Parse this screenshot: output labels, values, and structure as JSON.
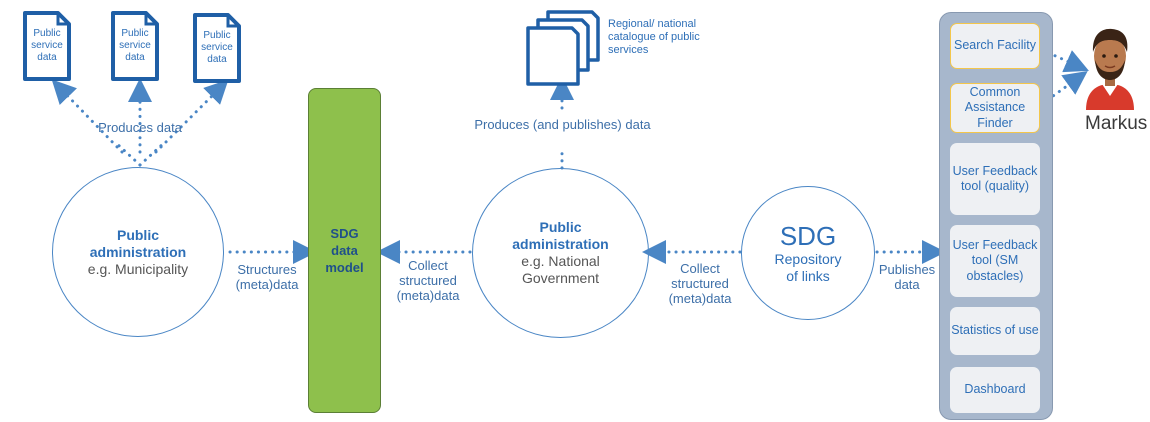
{
  "documents": {
    "text": "Public service data"
  },
  "catalogue": {
    "text": "Regional/ national catalogue of public services"
  },
  "left_top_label": "Produces data",
  "mid_top_label": "Produces (and publishes) data",
  "circle_municipality": {
    "title": "Public administration",
    "subtitle": "e.g. Municipality"
  },
  "structures_label": "Structures (meta)data",
  "sdg_model": {
    "text": "SDG data model"
  },
  "collect_left_label": "Collect structured (meta)data",
  "circle_national": {
    "title": "Public administration",
    "subtitle": "e.g. National Government"
  },
  "collect_right_label": "Collect structured (meta)data",
  "repository": {
    "big": "SDG",
    "sub": "Repository of links"
  },
  "publishes_label": "Publishes data",
  "panel_items": [
    {
      "label": "Search Facility"
    },
    {
      "label": "Common Assistance Finder"
    },
    {
      "label": "User Feedback tool (quality)"
    },
    {
      "label": "User Feedback tool (SM obstacles)"
    },
    {
      "label": "Statistics of use"
    },
    {
      "label": "Dashboard"
    }
  ],
  "user": {
    "name": "Markus"
  },
  "colors": {
    "line": "#4a86c5",
    "accent_green": "#8ec04c",
    "panel": "#a7b7cc",
    "highlight": "#f3c64b"
  }
}
